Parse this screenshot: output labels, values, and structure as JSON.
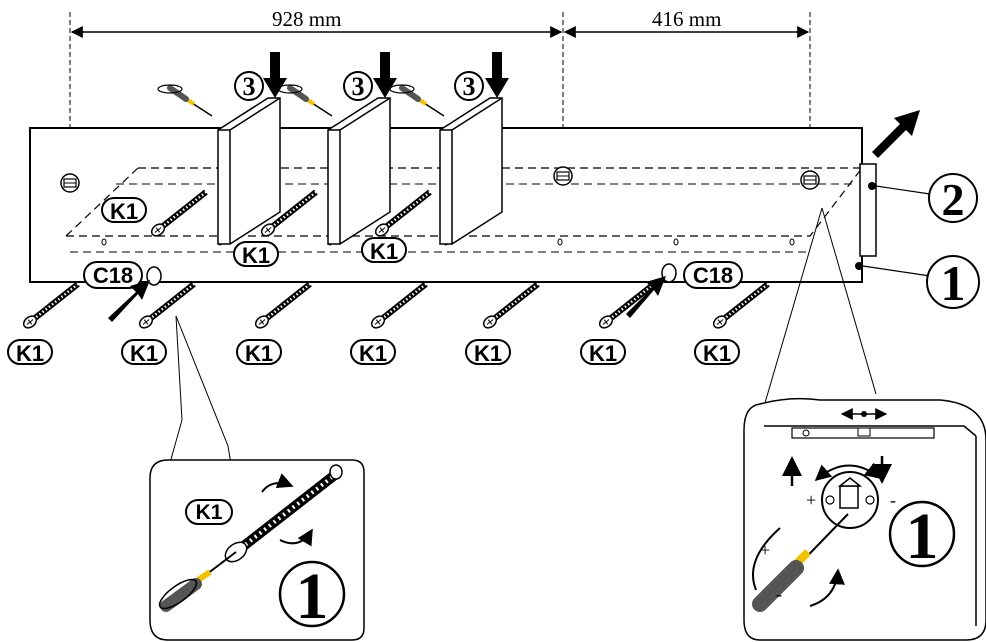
{
  "dimensions": {
    "left_span": "928 mm",
    "right_span": "416 mm"
  },
  "step_label": "3",
  "part_labels": {
    "screw": "K1",
    "cap": "C18",
    "rail": "2",
    "panel": "1"
  },
  "detail_left": {
    "screw_label": "K1",
    "panel_number": "1"
  },
  "detail_right": {
    "panel_number": "1",
    "plus_sign": "+",
    "minus_sign": "-"
  },
  "colors": {
    "line": "#000000",
    "screwdriver_handle": "#555555",
    "screwdriver_grip": "#f2c200",
    "background": "#ffffff"
  }
}
